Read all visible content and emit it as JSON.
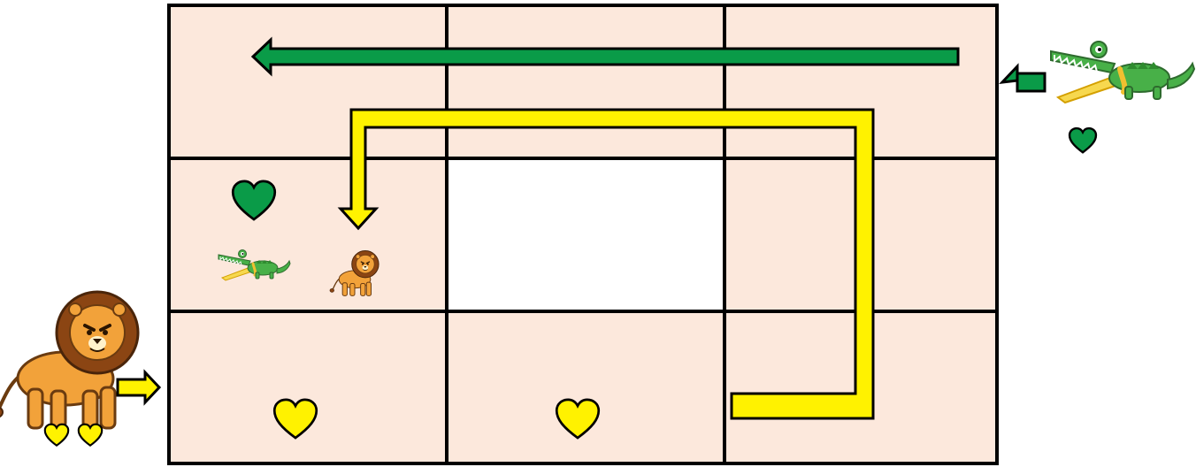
{
  "colors": {
    "cell_fill": "#fce8dc",
    "center_fill": "#ffffff",
    "grid_line": "#000000",
    "green_path": "#0a9b48",
    "yellow_path": "#fff200",
    "heart_yellow": "#fff200",
    "heart_green": "#0a9b48",
    "lion_mane": "#8b4513",
    "lion_body": "#f2a23a",
    "croc_green": "#48b048",
    "croc_belly": "#f7d84f"
  },
  "grid": {
    "rows": 3,
    "columns": 3,
    "empty_cell": "row 2, column 2"
  },
  "characters": {
    "lion": {
      "icon": "lion-icon",
      "entry_side": "left",
      "path_color": "yellow",
      "hearts": 2
    },
    "crocodile": {
      "icon": "crocodile-icon",
      "entry_side": "right",
      "path_color": "green",
      "hearts": 1
    }
  },
  "cells": {
    "row2_col1": {
      "hearts": [
        "green-heart"
      ],
      "occupants": [
        "crocodile-icon",
        "lion-icon"
      ]
    },
    "row3_col1": {
      "hearts": [
        "yellow-heart"
      ]
    },
    "row3_col2": {
      "hearts": [
        "yellow-heart"
      ]
    }
  }
}
